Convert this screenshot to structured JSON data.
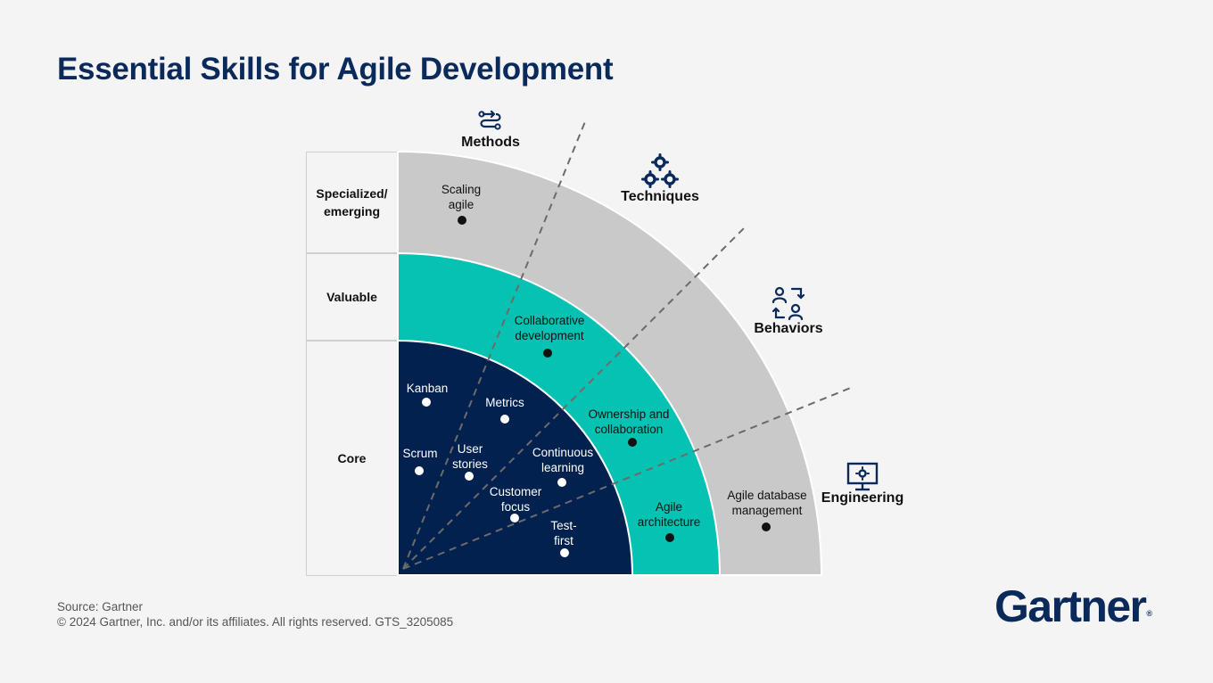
{
  "title": "Essential Skills for Agile Development",
  "rows": {
    "specialized": "Specialized/ emerging",
    "valuable": "Valuable",
    "core": "Core"
  },
  "categories": {
    "methods": "Methods",
    "techniques": "Techniques",
    "behaviors": "Behaviors",
    "engineering": "Engineering"
  },
  "skills": [
    {
      "lines": [
        "Scaling",
        "agile"
      ],
      "ring": "specialized"
    },
    {
      "lines": [
        "Collaborative",
        "development"
      ],
      "ring": "valuable"
    },
    {
      "lines": [
        "Ownership and",
        "collaboration"
      ],
      "ring": "valuable"
    },
    {
      "lines": [
        "Agile",
        "architecture"
      ],
      "ring": "valuable"
    },
    {
      "lines": [
        "Agile database",
        "management"
      ],
      "ring": "specialized"
    },
    {
      "lines": [
        "Kanban"
      ],
      "ring": "core"
    },
    {
      "lines": [
        "Metrics"
      ],
      "ring": "core"
    },
    {
      "lines": [
        "Scrum"
      ],
      "ring": "core"
    },
    {
      "lines": [
        "User",
        "stories"
      ],
      "ring": "core"
    },
    {
      "lines": [
        "Continuous",
        "learning"
      ],
      "ring": "core"
    },
    {
      "lines": [
        "Customer",
        "focus"
      ],
      "ring": "core"
    },
    {
      "lines": [
        "Test-",
        "first"
      ],
      "ring": "core"
    }
  ],
  "colors": {
    "title": "#0a2a5c",
    "core": "#03214f",
    "valuable": "#06c2b2",
    "specialized": "#c9c9c9",
    "dash": "#6b6b6b"
  },
  "icons": {
    "methods": "route-icon",
    "techniques": "gears-icon",
    "behaviors": "people-exchange-icon",
    "engineering": "monitor-gear-icon"
  },
  "footer": {
    "source": "Source: Gartner",
    "copyright": "© 2024 Gartner, Inc. and/or its affiliates. All rights reserved. GTS_3205085"
  },
  "logo": "Gartner"
}
